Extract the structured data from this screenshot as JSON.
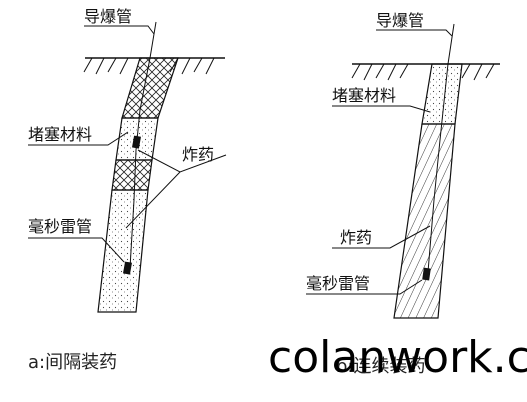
{
  "left": {
    "detonator_tube": "导爆管",
    "stemming": "堵塞材料",
    "explosive": "炸药",
    "ms_detonator": "毫秒雷管",
    "caption": "a:间隔装药"
  },
  "right": {
    "detonator_tube": "导爆管",
    "stemming": "堵塞材料",
    "explosive": "炸药",
    "ms_detonator": "毫秒雷管",
    "caption": "b:连续装药"
  },
  "watermark": "colanwork.c"
}
